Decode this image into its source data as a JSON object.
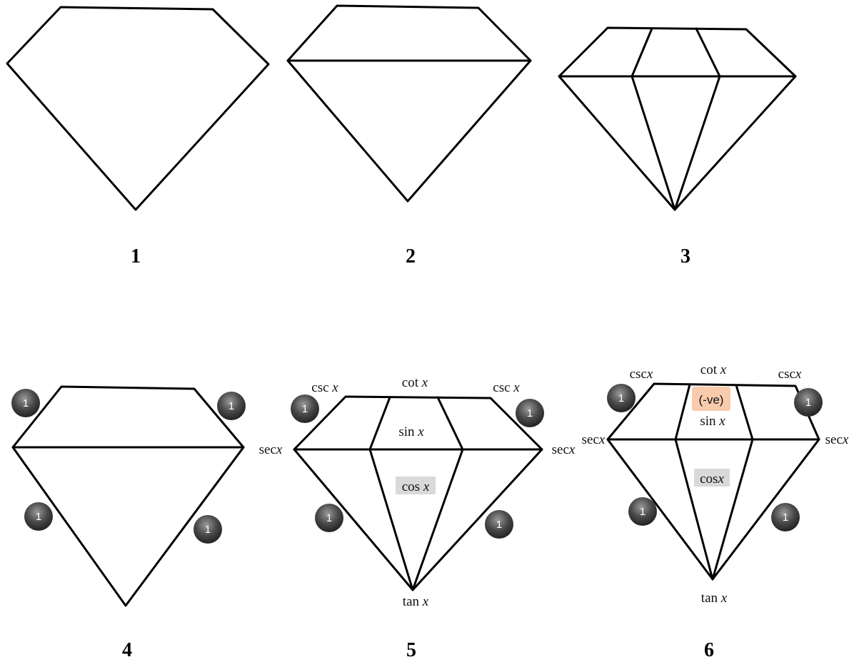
{
  "panels": [
    {
      "number": "1"
    },
    {
      "number": "2"
    },
    {
      "number": "3"
    },
    {
      "number": "4"
    },
    {
      "number": "5"
    },
    {
      "number": "6"
    }
  ],
  "badge_value": "1",
  "labels": {
    "csc": {
      "name": "csc",
      "var": "x"
    },
    "cot": {
      "name": "cot",
      "var": "x"
    },
    "sec": {
      "name": "sec",
      "var": "x"
    },
    "sin": {
      "name": "sin",
      "var": "x"
    },
    "cos": {
      "name": "cos",
      "var": "x"
    },
    "tan": {
      "name": "tan",
      "var": "x"
    }
  },
  "negative_note": "(-ve)",
  "colors": {
    "cos_highlight": "#d9d9d9",
    "ve_highlight": "#f8cbad",
    "badge_fill": "#3f3f3f"
  }
}
